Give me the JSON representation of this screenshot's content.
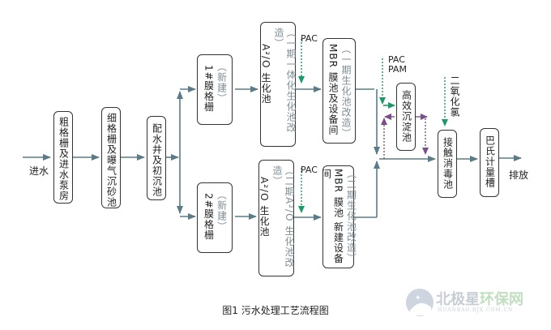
{
  "colors": {
    "flow_line": "#5b7b89",
    "chemical_dose": "#1a9a6a",
    "recirculation": "#7a4f8c",
    "note_text": "#7d8d96"
  },
  "labels": {
    "inlet": "进水",
    "outlet": "排放",
    "pac1": "PAC",
    "pac2": "PAC",
    "pac_pam": "PAC\nPAM",
    "pac": "PAC",
    "pam": "PAM",
    "chlorine_dioxide": "二氧化氯"
  },
  "boxes": {
    "coarse_screen": {
      "main": "粗格栅及进水泵房"
    },
    "fine_screen": {
      "main": "细格栅及曝气沉砂池"
    },
    "distribution_well": {
      "main": "配水井及初沉池"
    },
    "membrane_screen_1": {
      "main": "1#膜格栅",
      "note": "（新建）"
    },
    "membrane_screen_2": {
      "main": "2#膜格栅",
      "note": "（新建）"
    },
    "bio_tank_1": {
      "main": "A²/O 生化池",
      "note": "（一期一体化生化池改造）"
    },
    "bio_tank_2": {
      "main": "A²/O 生化池",
      "note": "（二期A²/O 生化池改造）"
    },
    "mbr_1": {
      "main": "MBR 膜池及设备间",
      "note": "（一期生化池改造）"
    },
    "mbr_2": {
      "main": "MBR 膜池 新建设备间",
      "note": "（二期生化池改造）"
    },
    "high_efficiency_clarifier": {
      "main": "高效沉淀池"
    },
    "contact_disinfection": {
      "main": "接触消毒池"
    },
    "parshall_flume": {
      "main": "巴氏计量槽"
    }
  },
  "caption": "图1 污水处理工艺流程图",
  "watermark": {
    "name_a": "北极星",
    "name_b": "环保网",
    "url": "HUANBAO.BJX.COM.CN"
  }
}
